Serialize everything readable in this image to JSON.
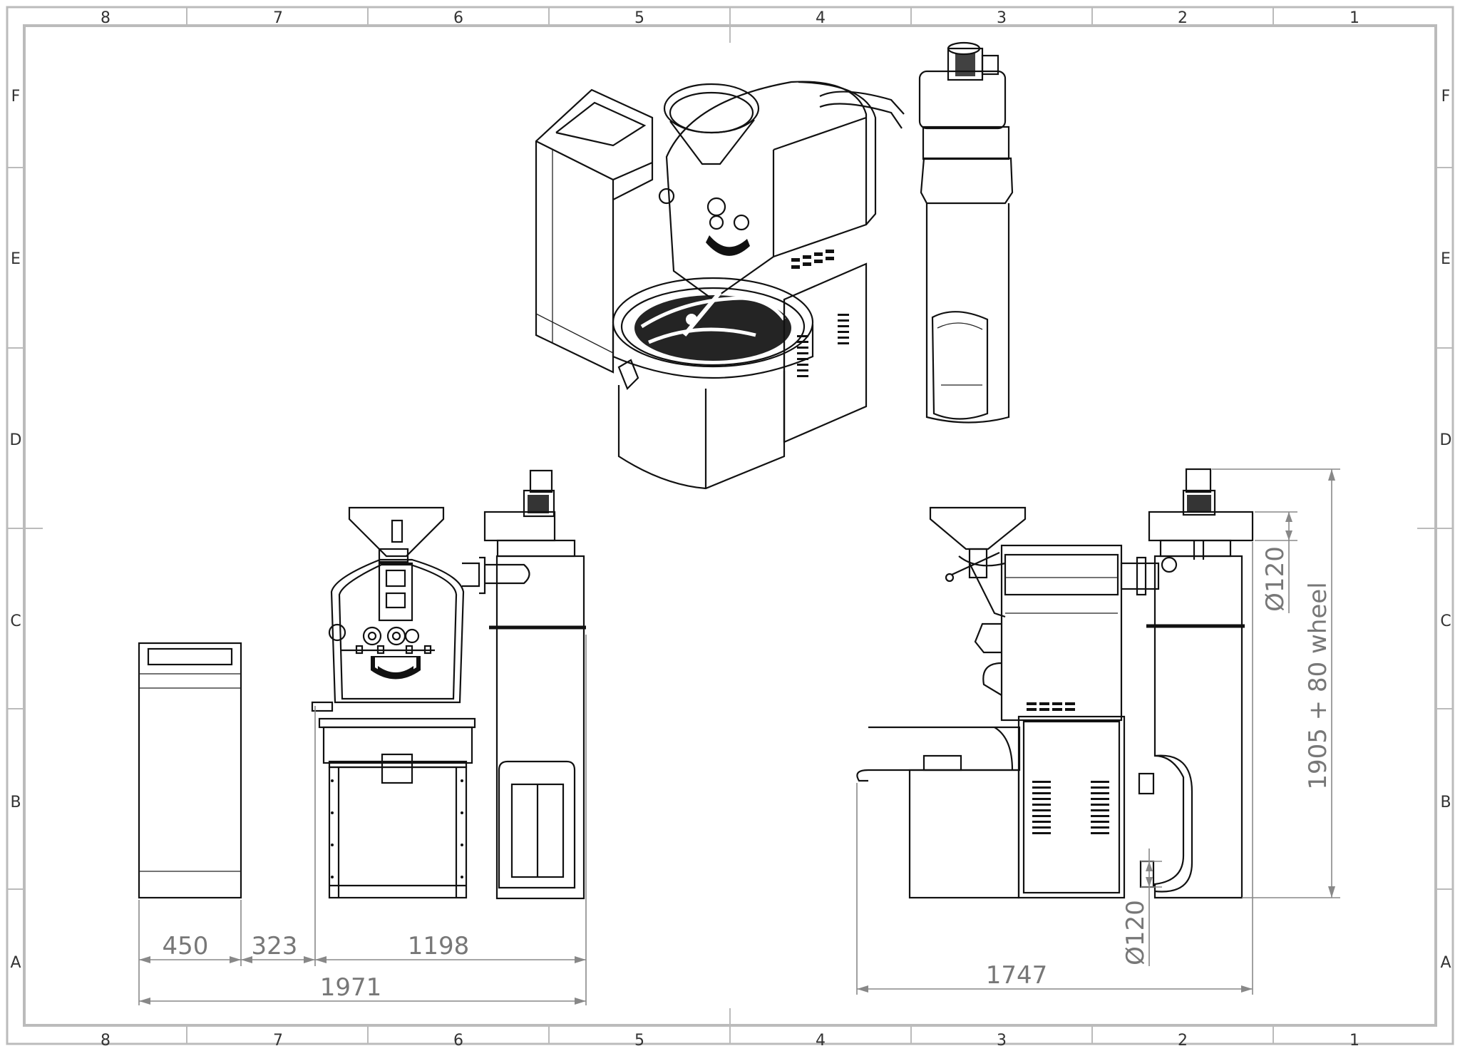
{
  "frame": {
    "columns": [
      "8",
      "7",
      "6",
      "5",
      "4",
      "3",
      "2",
      "1"
    ],
    "rows": [
      "F",
      "E",
      "D",
      "C",
      "B",
      "A"
    ]
  },
  "dimensions": {
    "front_width_cabinet": "450",
    "front_gap": "323",
    "front_width_roaster": "1198",
    "front_total_width": "1971",
    "side_total_width": "1747",
    "side_height": "1905 + 80 wheel",
    "duct_diameter_top": "Ø120",
    "duct_diameter_bottom": "Ø120"
  }
}
